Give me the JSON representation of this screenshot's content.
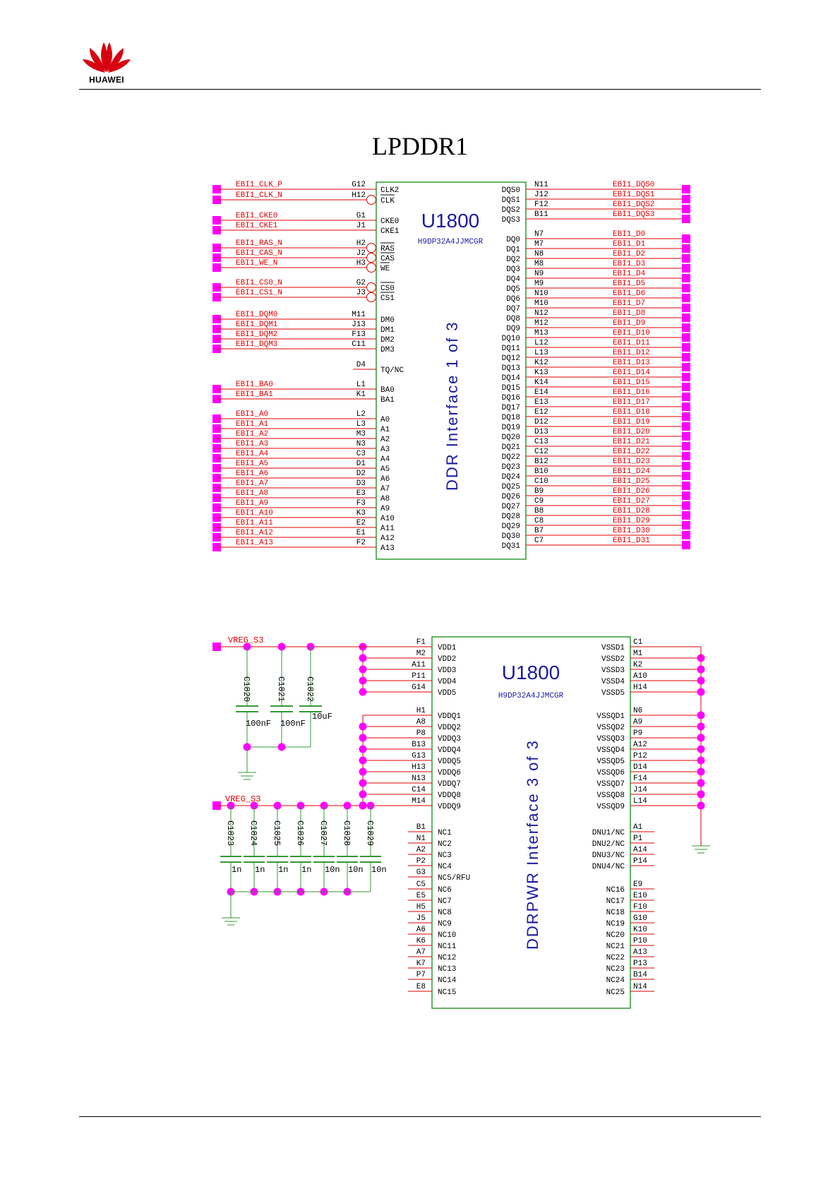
{
  "header": {
    "logo_text": "HUAWEI"
  },
  "colors": {
    "net": "#e00000",
    "wire": "#e00000",
    "junction": "#ff00ff",
    "box": "#339933",
    "signal": "#1a1aa0"
  },
  "title": "LPDDR1",
  "sheet1": {
    "ref": "U1800",
    "part": "H9DP32A4JJMCGR",
    "interface": "DDR Interface 1 of 3",
    "left": [
      {
        "net": "EBI1_CLK_P",
        "pin": "G12",
        "sig": "CLK2",
        "inv": false
      },
      {
        "net": "EBI1_CLK_N",
        "pin": "H12",
        "sig": "CLK",
        "inv": true
      },
      {
        "net": "EBI1_CKE0",
        "pin": "G1",
        "sig": "CKE0",
        "inv": false
      },
      {
        "net": "EBI1_CKE1",
        "pin": "J1",
        "sig": "CKE1",
        "inv": false
      },
      {
        "net": "EBI1_RAS_N",
        "pin": "H2",
        "sig": "RAS",
        "inv": true
      },
      {
        "net": "EBI1_CAS_N",
        "pin": "J2",
        "sig": "CAS",
        "inv": true
      },
      {
        "net": "EBI1_WE_N",
        "pin": "H3",
        "sig": "WE",
        "inv": true
      },
      {
        "net": "EBI1_CS0_N",
        "pin": "G2",
        "sig": "CS0",
        "inv": true
      },
      {
        "net": "EBI1_CS1_N",
        "pin": "J3",
        "sig": "CS1",
        "inv": true
      },
      {
        "net": "EBI1_DQM0",
        "pin": "M11",
        "sig": "DM0",
        "inv": false
      },
      {
        "net": "EBI1_DQM1",
        "pin": "J13",
        "sig": "DM1",
        "inv": false
      },
      {
        "net": "EBI1_DQM2",
        "pin": "F13",
        "sig": "DM2",
        "inv": false
      },
      {
        "net": "EBI1_DQM3",
        "pin": "C11",
        "sig": "DM3",
        "inv": false
      },
      {
        "net": "",
        "pin": "D4",
        "sig": "TQ/NC",
        "inv": false
      },
      {
        "net": "EBI1_BA0",
        "pin": "L1",
        "sig": "BA0",
        "inv": false
      },
      {
        "net": "EBI1_BA1",
        "pin": "K1",
        "sig": "BA1",
        "inv": false
      },
      {
        "net": "EBI1_A0",
        "pin": "L2",
        "sig": "A0",
        "inv": false
      },
      {
        "net": "EBI1_A1",
        "pin": "L3",
        "sig": "A1",
        "inv": false
      },
      {
        "net": "EBI1_A2",
        "pin": "M3",
        "sig": "A2",
        "inv": false
      },
      {
        "net": "EBI1_A3",
        "pin": "N3",
        "sig": "A3",
        "inv": false
      },
      {
        "net": "EBI1_A4",
        "pin": "C3",
        "sig": "A4",
        "inv": false
      },
      {
        "net": "EBI1_A5",
        "pin": "D1",
        "sig": "A5",
        "inv": false
      },
      {
        "net": "EBI1_A6",
        "pin": "D2",
        "sig": "A6",
        "inv": false
      },
      {
        "net": "EBI1_A7",
        "pin": "D3",
        "sig": "A7",
        "inv": false
      },
      {
        "net": "EBI1_A8",
        "pin": "E3",
        "sig": "A8",
        "inv": false
      },
      {
        "net": "EBI1_A9",
        "pin": "F3",
        "sig": "A9",
        "inv": false
      },
      {
        "net": "EBI1_A10",
        "pin": "K3",
        "sig": "A10",
        "inv": false
      },
      {
        "net": "EBI1_A11",
        "pin": "E2",
        "sig": "A11",
        "inv": false
      },
      {
        "net": "EBI1_A12",
        "pin": "E1",
        "sig": "A12",
        "inv": false
      },
      {
        "net": "EBI1_A13",
        "pin": "F2",
        "sig": "A13",
        "inv": false
      }
    ],
    "right": [
      {
        "sig": "DQS0",
        "pin": "N11",
        "net": "EBI1_DQS0"
      },
      {
        "sig": "DQS1",
        "pin": "J12",
        "net": "EBI1_DQS1"
      },
      {
        "sig": "DQS2",
        "pin": "F12",
        "net": "EBI1_DQS2"
      },
      {
        "sig": "DQS3",
        "pin": "B11",
        "net": "EBI1_DQS3"
      },
      {
        "sig": "DQ0",
        "pin": "N7",
        "net": "EBI1_D0"
      },
      {
        "sig": "DQ1",
        "pin": "M7",
        "net": "EBI1_D1"
      },
      {
        "sig": "DQ2",
        "pin": "N8",
        "net": "EBI1_D2"
      },
      {
        "sig": "DQ3",
        "pin": "M8",
        "net": "EBI1_D3"
      },
      {
        "sig": "DQ4",
        "pin": "N9",
        "net": "EBI1_D4"
      },
      {
        "sig": "DQ5",
        "pin": "M9",
        "net": "EBI1_D5"
      },
      {
        "sig": "DQ6",
        "pin": "N10",
        "net": "EBI1_D6"
      },
      {
        "sig": "DQ7",
        "pin": "M10",
        "net": "EBI1_D7"
      },
      {
        "sig": "DQ8",
        "pin": "N12",
        "net": "EBI1_D8"
      },
      {
        "sig": "DQ9",
        "pin": "M12",
        "net": "EBI1_D9"
      },
      {
        "sig": "DQ10",
        "pin": "M13",
        "net": "EBI1_D10"
      },
      {
        "sig": "DQ11",
        "pin": "L12",
        "net": "EBI1_D11"
      },
      {
        "sig": "DQ12",
        "pin": "L13",
        "net": "EBI1_D12"
      },
      {
        "sig": "DQ13",
        "pin": "K12",
        "net": "EBI1_D13"
      },
      {
        "sig": "DQ14",
        "pin": "K13",
        "net": "EBI1_D14"
      },
      {
        "sig": "DQ15",
        "pin": "K14",
        "net": "EBI1_D15"
      },
      {
        "sig": "DQ16",
        "pin": "E14",
        "net": "EBI1_D16"
      },
      {
        "sig": "DQ17",
        "pin": "E13",
        "net": "EBI1_D17"
      },
      {
        "sig": "DQ18",
        "pin": "E12",
        "net": "EBI1_D18"
      },
      {
        "sig": "DQ19",
        "pin": "D12",
        "net": "EBI1_D19"
      },
      {
        "sig": "DQ20",
        "pin": "D13",
        "net": "EBI1_D20"
      },
      {
        "sig": "DQ21",
        "pin": "C13",
        "net": "EBI1_D21"
      },
      {
        "sig": "DQ22",
        "pin": "C12",
        "net": "EBI1_D22"
      },
      {
        "sig": "DQ23",
        "pin": "B12",
        "net": "EBI1_D23"
      },
      {
        "sig": "DQ24",
        "pin": "B10",
        "net": "EBI1_D24"
      },
      {
        "sig": "DQ25",
        "pin": "C10",
        "net": "EBI1_D25"
      },
      {
        "sig": "DQ26",
        "pin": "B9",
        "net": "EBI1_D26"
      },
      {
        "sig": "DQ27",
        "pin": "C9",
        "net": "EBI1_D27"
      },
      {
        "sig": "DQ28",
        "pin": "B8",
        "net": "EBI1_D28"
      },
      {
        "sig": "DQ29",
        "pin": "C8",
        "net": "EBI1_D29"
      },
      {
        "sig": "DQ30",
        "pin": "B7",
        "net": "EBI1_D30"
      },
      {
        "sig": "DQ31",
        "pin": "C7",
        "net": "EBI1_D31"
      }
    ]
  },
  "sheet2": {
    "ref": "U1800",
    "part": "H9DP32A4JJMCGR",
    "interface": "DDRPWR Interface 3 of 3",
    "rail1": "VREG_S3",
    "rail2": "VREG_S3",
    "caps_top": [
      {
        "ref": "C1820",
        "val": "100nF"
      },
      {
        "ref": "C1821",
        "val": "100nF"
      },
      {
        "ref": "C1822",
        "val": "10uF"
      }
    ],
    "caps_bottom": [
      {
        "ref": "C1823",
        "val": "1n"
      },
      {
        "ref": "C1824",
        "val": "1n"
      },
      {
        "ref": "C1825",
        "val": "1n"
      },
      {
        "ref": "C1826",
        "val": "1n"
      },
      {
        "ref": "C1827",
        "val": "10n"
      },
      {
        "ref": "C1828",
        "val": "10n"
      },
      {
        "ref": "C1829",
        "val": "10n"
      }
    ],
    "left": [
      {
        "pin": "F1",
        "sig": "VDD1"
      },
      {
        "pin": "M2",
        "sig": "VDD2"
      },
      {
        "pin": "A11",
        "sig": "VDD3"
      },
      {
        "pin": "P11",
        "sig": "VDD4"
      },
      {
        "pin": "G14",
        "sig": "VDD5"
      },
      {
        "pin": "H1",
        "sig": "VDDQ1"
      },
      {
        "pin": "A8",
        "sig": "VDDQ2"
      },
      {
        "pin": "P8",
        "sig": "VDDQ3"
      },
      {
        "pin": "B13",
        "sig": "VDDQ4"
      },
      {
        "pin": "G13",
        "sig": "VDDQ5"
      },
      {
        "pin": "H13",
        "sig": "VDDQ6"
      },
      {
        "pin": "N13",
        "sig": "VDDQ7"
      },
      {
        "pin": "C14",
        "sig": "VDDQ8"
      },
      {
        "pin": "M14",
        "sig": "VDDQ9"
      },
      {
        "pin": "B1",
        "sig": "NC1"
      },
      {
        "pin": "N1",
        "sig": "NC2"
      },
      {
        "pin": "A2",
        "sig": "NC3"
      },
      {
        "pin": "P2",
        "sig": "NC4"
      },
      {
        "pin": "G3",
        "sig": "NC5/RFU"
      },
      {
        "pin": "C5",
        "sig": "NC6"
      },
      {
        "pin": "E5",
        "sig": "NC7"
      },
      {
        "pin": "H5",
        "sig": "NC8"
      },
      {
        "pin": "J5",
        "sig": "NC9"
      },
      {
        "pin": "A6",
        "sig": "NC10"
      },
      {
        "pin": "K6",
        "sig": "NC11"
      },
      {
        "pin": "A7",
        "sig": "NC12"
      },
      {
        "pin": "K7",
        "sig": "NC13"
      },
      {
        "pin": "P7",
        "sig": "NC14"
      },
      {
        "pin": "E8",
        "sig": "NC15"
      }
    ],
    "right": [
      {
        "sig": "VSSD1",
        "pin": "C1"
      },
      {
        "sig": "VSSD2",
        "pin": "M1"
      },
      {
        "sig": "VSSD3",
        "pin": "K2"
      },
      {
        "sig": "VSSD4",
        "pin": "A10"
      },
      {
        "sig": "VSSD5",
        "pin": "H14"
      },
      {
        "sig": "VSSQD1",
        "pin": "N6"
      },
      {
        "sig": "VSSQD2",
        "pin": "A9"
      },
      {
        "sig": "VSSQD3",
        "pin": "P9"
      },
      {
        "sig": "VSSQD4",
        "pin": "A12"
      },
      {
        "sig": "VSSQD5",
        "pin": "P12"
      },
      {
        "sig": "VSSQD6",
        "pin": "D14"
      },
      {
        "sig": "VSSQD7",
        "pin": "F14"
      },
      {
        "sig": "VSSQD8",
        "pin": "J14"
      },
      {
        "sig": "VSSQD9",
        "pin": "L14"
      },
      {
        "sig": "DNU1/NC",
        "pin": "A1"
      },
      {
        "sig": "DNU2/NC",
        "pin": "P1"
      },
      {
        "sig": "DNU3/NC",
        "pin": "A14"
      },
      {
        "sig": "DNU4/NC",
        "pin": "P14"
      },
      {
        "sig": "NC16",
        "pin": "E9"
      },
      {
        "sig": "NC17",
        "pin": "E10"
      },
      {
        "sig": "NC18",
        "pin": "F10"
      },
      {
        "sig": "NC19",
        "pin": "G10"
      },
      {
        "sig": "NC20",
        "pin": "K10"
      },
      {
        "sig": "NC21",
        "pin": "P10"
      },
      {
        "sig": "NC22",
        "pin": "A13"
      },
      {
        "sig": "NC23",
        "pin": "P13"
      },
      {
        "sig": "NC24",
        "pin": "B14"
      },
      {
        "sig": "NC25",
        "pin": "N14"
      }
    ]
  }
}
